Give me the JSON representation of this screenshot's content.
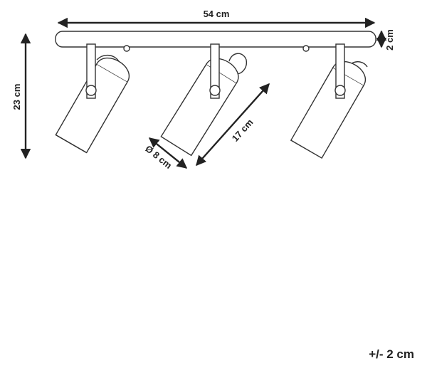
{
  "dimensions": {
    "width": "54 cm",
    "height": "23 cm",
    "bar_thickness": "2 cm",
    "shade_length": "17 cm",
    "shade_diameter": "Ø 8 cm"
  },
  "tolerance": "+/- 2 cm",
  "colors": {
    "line": "#333333",
    "dimension": "#222222",
    "background": "#ffffff"
  }
}
